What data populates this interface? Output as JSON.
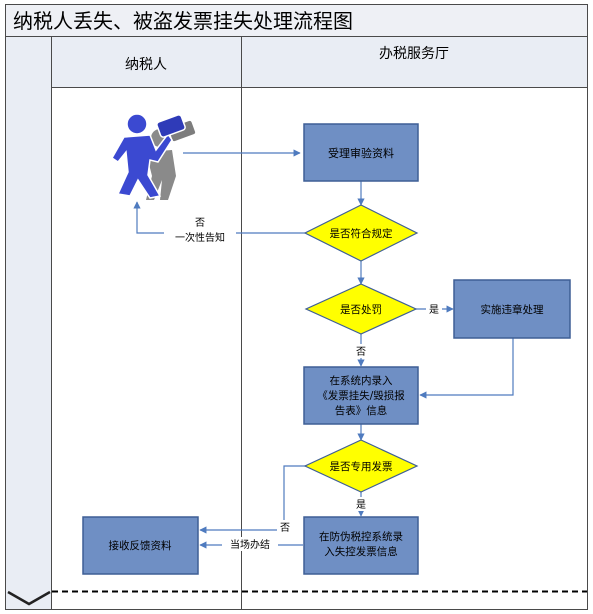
{
  "title": "纳税人丢失、被盗发票挂失处理流程图",
  "lanes": {
    "taxpayer": "纳税人",
    "hall": "办税服务厅"
  },
  "nodes": {
    "accept_review": "受理审验资料",
    "compliant": "是否符合规定",
    "penalty": "是否处罚",
    "apply_penalty": "实施违章处理",
    "enter_system": [
      "在系统内录入",
      "《发票挂失/毁损报",
      "告表》信息"
    ],
    "special_invoice": "是否专用发票",
    "anti_forgery": [
      "在防伪税控系统录",
      "入失控发票信息"
    ],
    "receive_feedback": "接收反馈资料"
  },
  "edge_labels": {
    "no_notify": [
      "否",
      "一次性告知"
    ],
    "yes_penalty": "是",
    "no_penalty": "否",
    "yes_special": "是",
    "no_special": "否",
    "on_site": "当场办结"
  },
  "colors": {
    "process_fill": "#6f8fc4",
    "process_border": "#3e5f95",
    "decision_fill": "#ffff00",
    "arrow": "#4f7bbf",
    "frame": "#4a4a4a",
    "title_bg": "#eef0f5",
    "header_bg": "#e9edf4"
  },
  "icons": [
    "person-with-briefcase-icon"
  ]
}
